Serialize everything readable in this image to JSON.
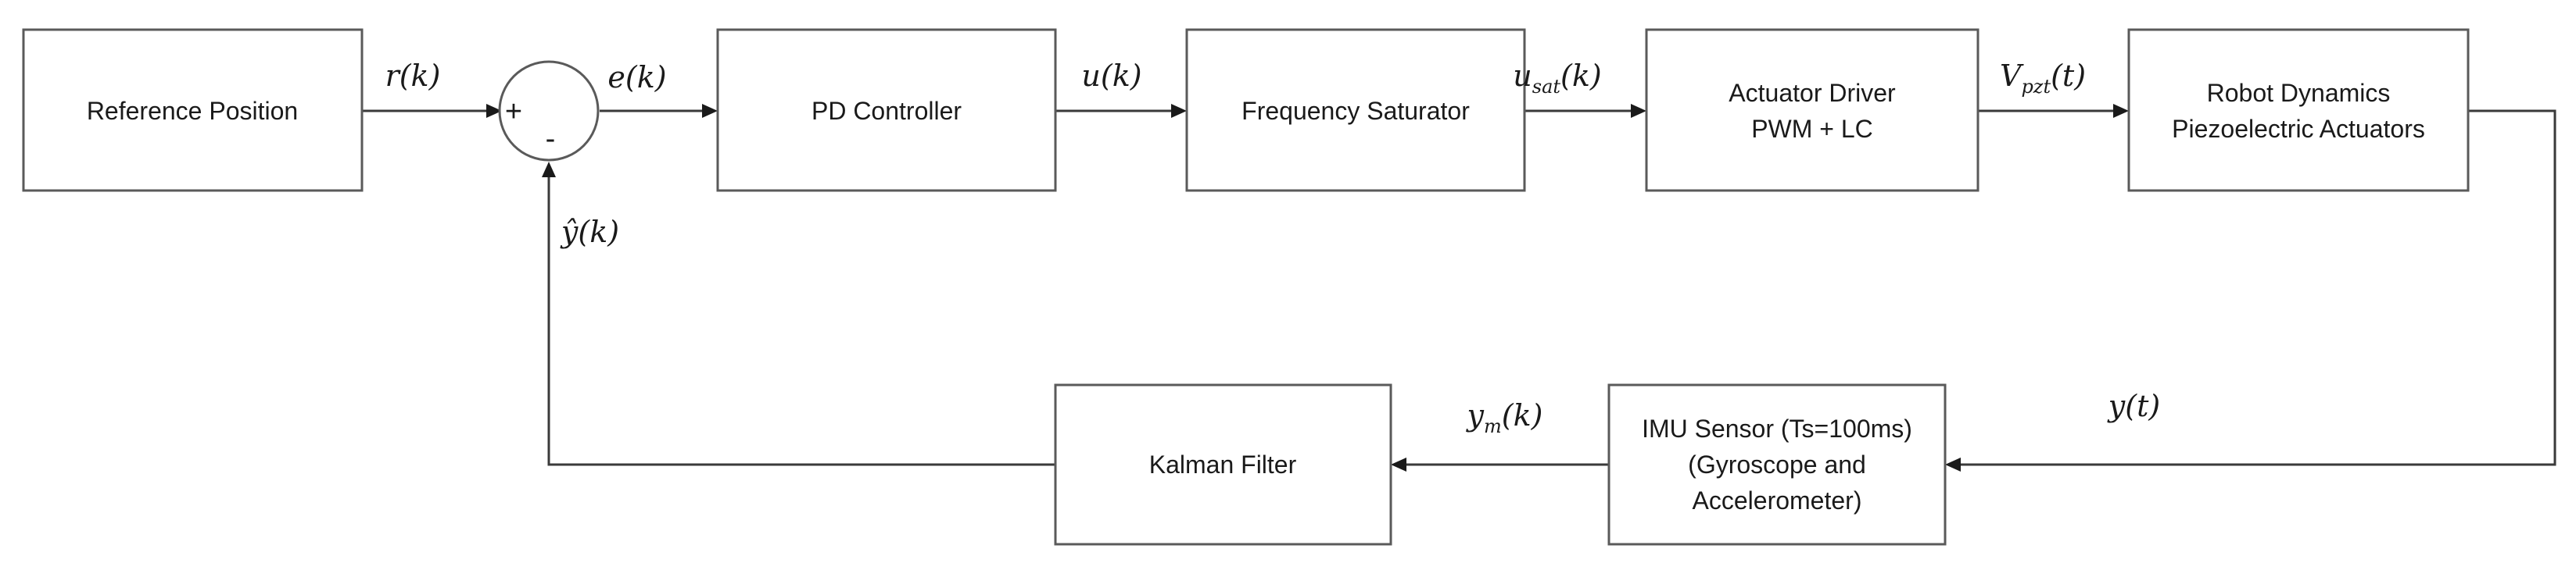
{
  "blocks": {
    "reference": {
      "lines": [
        "Reference Position"
      ]
    },
    "pd_controller": {
      "lines": [
        "PD Controller"
      ]
    },
    "frequency_saturator": {
      "lines": [
        "Frequency Saturator"
      ]
    },
    "actuator_driver": {
      "lines": [
        "Actuator Driver",
        "PWM + LC"
      ]
    },
    "robot_dynamics": {
      "lines": [
        "Robot Dynamics",
        "Piezoelectric Actuators"
      ]
    },
    "imu_sensor": {
      "lines": [
        "IMU Sensor (Ts=100ms)",
        "(Gyroscope and",
        "Accelerometer)"
      ]
    },
    "kalman_filter": {
      "lines": [
        "Kalman Filter"
      ]
    }
  },
  "summing_junction": {
    "plus": "+",
    "minus": "-"
  },
  "signals": {
    "r": {
      "base": "r",
      "sub": "",
      "arg": "(k)"
    },
    "e": {
      "base": "e",
      "sub": "",
      "arg": "(k)"
    },
    "u": {
      "base": "u",
      "sub": "",
      "arg": "(k)"
    },
    "usat": {
      "base": "u",
      "sub": "sat",
      "arg": "(k)"
    },
    "vpzt": {
      "base": "V",
      "sub": "pzt",
      "arg": "(t)"
    },
    "y": {
      "base": "y",
      "sub": "",
      "arg": "(t)"
    },
    "ym": {
      "base": "y",
      "sub": "m",
      "arg": "(k)"
    },
    "yhat": {
      "base": "ŷ",
      "sub": "",
      "arg": "(k)"
    }
  }
}
